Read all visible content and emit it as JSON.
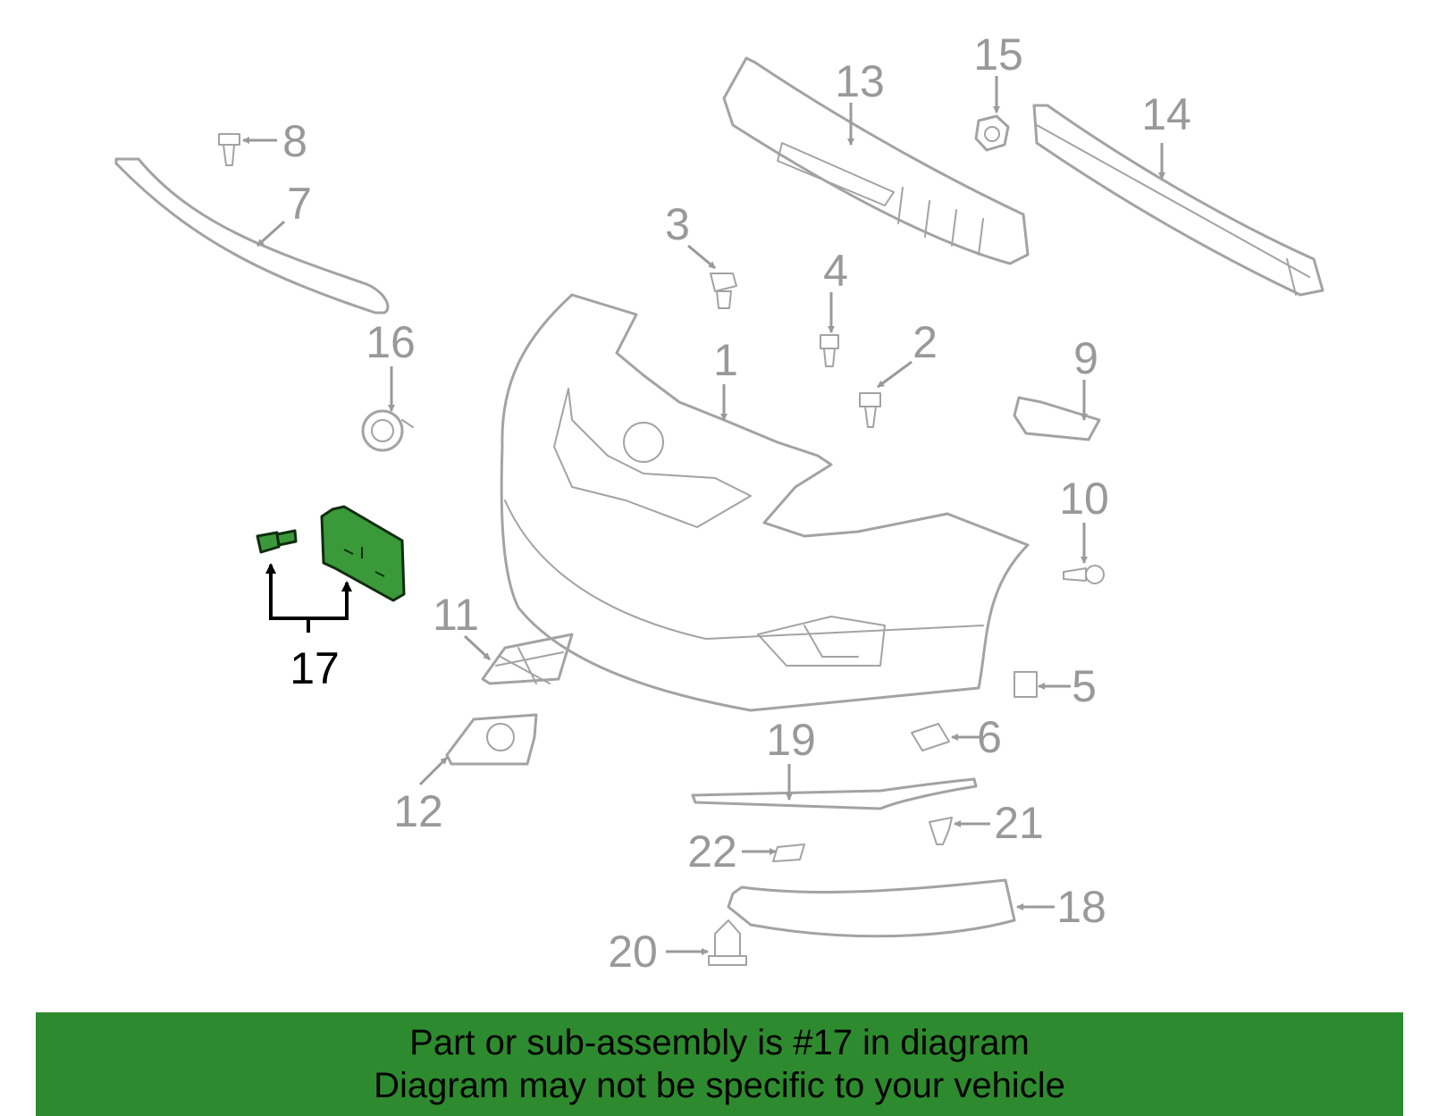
{
  "diagram": {
    "callouts": {
      "c1": "1",
      "c2": "2",
      "c3": "3",
      "c4": "4",
      "c5": "5",
      "c6": "6",
      "c7": "7",
      "c8": "8",
      "c9": "9",
      "c10": "10",
      "c11": "11",
      "c12": "12",
      "c13": "13",
      "c14": "14",
      "c15": "15",
      "c16": "16",
      "c17": "17",
      "c18": "18",
      "c19": "19",
      "c20": "20",
      "c21": "21",
      "c22": "22"
    },
    "highlight_color": "#3a9a3a",
    "part_color": "#a3a3a3"
  },
  "footer": {
    "line1": "Part or sub-assembly is #17 in diagram",
    "line2": "Diagram may not be specific to your vehicle",
    "background": "#2e8a2e"
  }
}
